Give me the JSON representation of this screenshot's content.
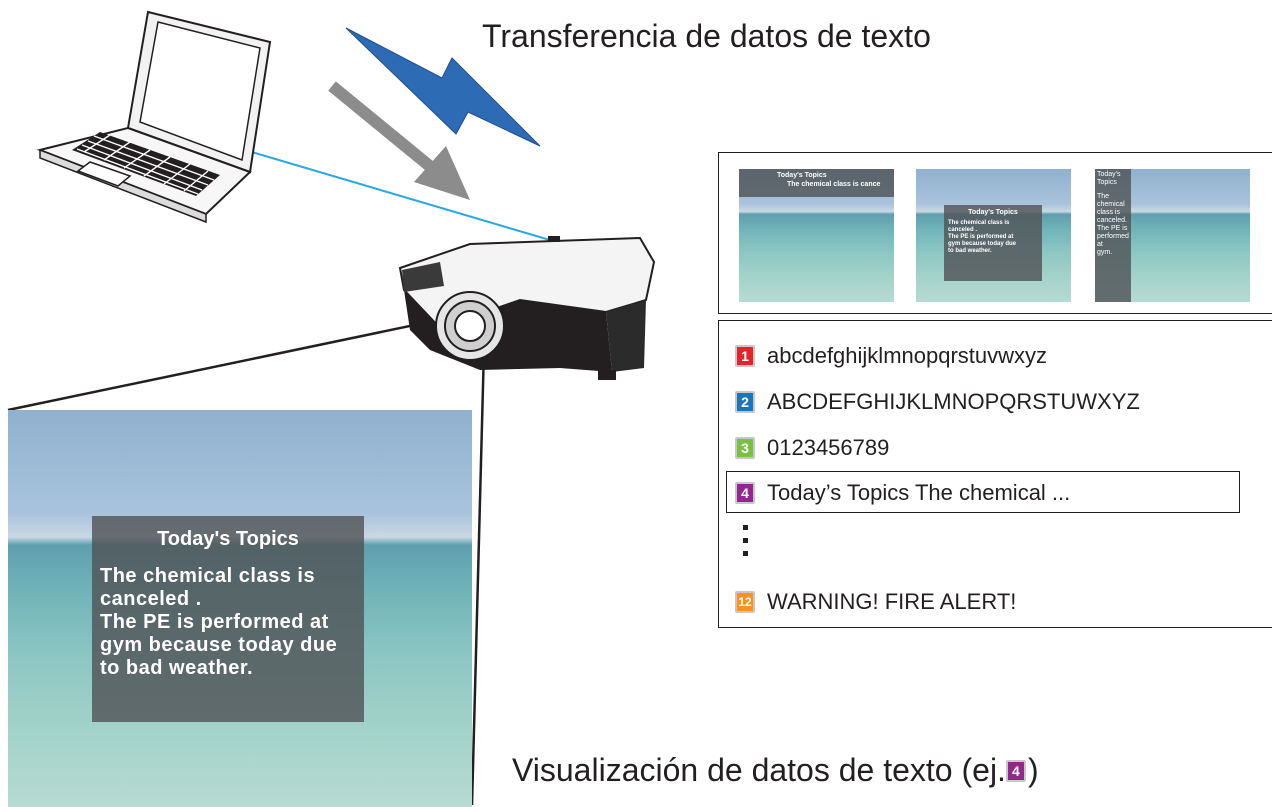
{
  "header": {
    "caption": "Transferencia de datos de texto"
  },
  "footer": {
    "caption": "Visualización de datos de texto (ej. ",
    "caption_end": ")",
    "example_badge": "4"
  },
  "projection": {
    "title": "Today's Topics",
    "body": "The  chemical  class  is\ncanceled .\nThe PE is  performed at\ngym because today due\nto bad weather."
  },
  "thumbnails": [
    {
      "title": "Today's Topics",
      "body": "The chemical class is cance"
    },
    {
      "title": "Today's Topics",
      "body": "The  chemical  class  is\ncanceled .\nThe PE is  performed at\ngym because today due\nto bad weather."
    },
    {
      "title": "Today's\nTopics",
      "body": "The\nchemical\nclass is\ncanceled.\nThe PE is\nperformed at\ngym."
    }
  ],
  "text_list": [
    {
      "badge": "1",
      "color": "#e3242b",
      "text": "abcdefghijklmnopqrstuvwxyz"
    },
    {
      "badge": "2",
      "color": "#1b75bb",
      "text": "ABCDEFGHIJKLMNOPQRSTUWXYZ"
    },
    {
      "badge": "3",
      "color": "#7ac143",
      "text": "0123456789"
    },
    {
      "badge": "4",
      "color": "#92278f",
      "text": "Today’s Topics The chemical ...",
      "selected": true
    },
    {
      "badge": "12",
      "color": "#f7941d",
      "text": "WARNING! FIRE ALERT!"
    }
  ],
  "colors": {
    "wireless": "#2e6bb5",
    "cable": "#29a9e0",
    "arrow": "#8c8c8c"
  },
  "icons": [
    "laptop-icon",
    "projector-icon",
    "wireless-lightning-icon",
    "transfer-arrow-icon"
  ]
}
